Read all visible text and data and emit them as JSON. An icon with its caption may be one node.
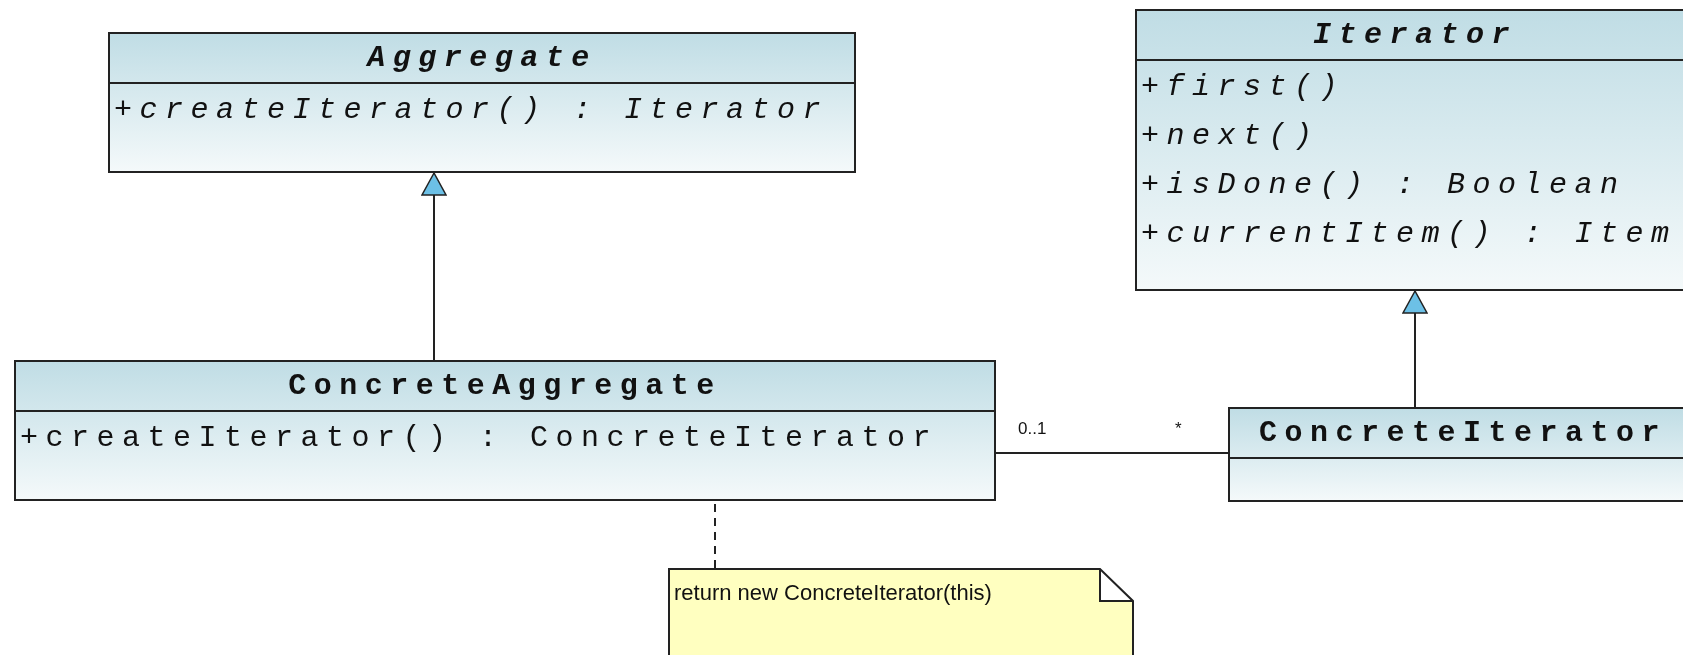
{
  "diagram": {
    "nodes": [
      {
        "text": [
          "Aggregate",
          "+createIterator() : Iterator"
        ]
      },
      {
        "text": [
          "Iterator",
          "+first()",
          "+next()",
          "+isDone() : Boolean",
          "+currentItem() : Item"
        ]
      },
      {
        "text": [
          "ConcreteAggregate",
          "+createIterator() : ConcreteIterator"
        ]
      },
      {
        "text": [
          "ConcreteIterator"
        ]
      },
      {
        "text": [
          "return new ConcreteIterator(this)"
        ]
      }
    ],
    "edges": [
      {
        "from": 2,
        "to": 0,
        "arrow": "to"
      },
      {
        "from": 3,
        "to": 1,
        "arrow": "to"
      },
      {
        "from": 2,
        "to": 3,
        "arrow": "none"
      },
      {
        "from": 4,
        "to": 2,
        "arrow": "none",
        "style": "dashed"
      }
    ],
    "labels": [
      "0..1",
      "*"
    ]
  }
}
